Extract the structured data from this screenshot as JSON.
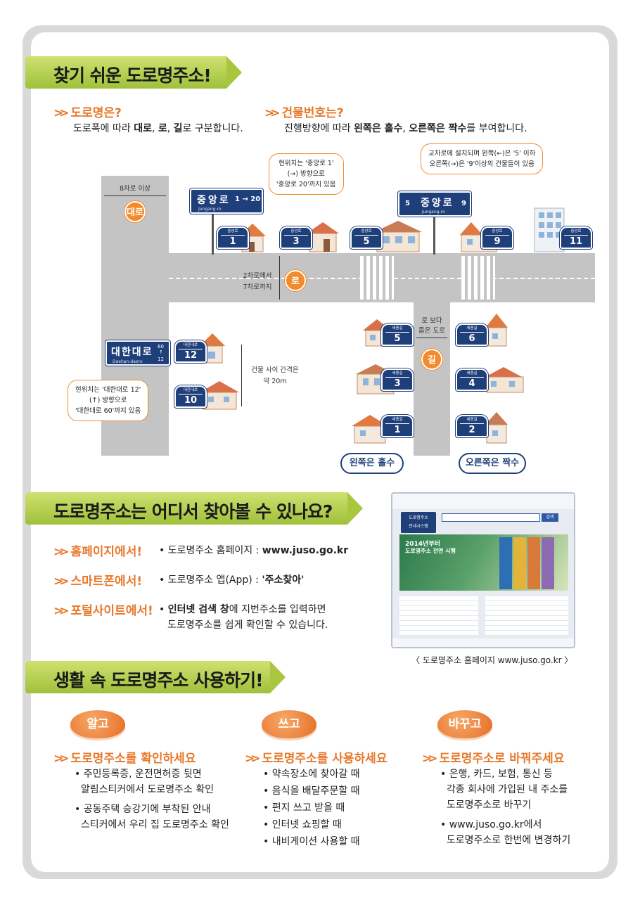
{
  "section1": {
    "title": "찾기 쉬운 도로명주소!",
    "left": {
      "heading": "도로명은?",
      "text_pre": "도로폭에 따라 ",
      "text_b1": "대로",
      "text_sep1": ", ",
      "text_b2": "로",
      "text_sep2": ", ",
      "text_b3": "길",
      "text_post": "로 구분합니다."
    },
    "right": {
      "heading": "건물번호는?",
      "text_pre": "진행방향에 따라 ",
      "text_b1": "왼쪽은 홀수",
      "text_sep": ", ",
      "text_b2": "오른쪽은 짝수",
      "text_post": "를 부여합니다."
    }
  },
  "map": {
    "width_label": "8차로 이상",
    "daero": "대로",
    "ro": "로",
    "gil": "길",
    "ro_width_1": "2차로에서",
    "ro_width_2": "7차로까지",
    "gil_width_1": "로 보다",
    "gil_width_2": "좁은 도로",
    "interval_1": "건물 사이 간격은",
    "interval_2": "약 20m",
    "sign1": {
      "name": "중앙로",
      "arrow": "1 → 20",
      "roman": "Jungang-ro"
    },
    "sign2": {
      "name": "중앙로",
      "left": "5",
      "right": "9",
      "roman": "Jungang-ro"
    },
    "sign3": {
      "name": "대한대로",
      "top": "60",
      "arrow": "↑",
      "bottom": "12",
      "roman": "Daehan-daero"
    },
    "bubble1": [
      "현위치는 '중앙로 1'",
      "(→) 방향으로",
      "'중앙로 20'까지 있음"
    ],
    "bubble2": [
      "교차로에 설치되며 왼쪽(←)은 '5' 이하",
      "오른쪽(→)은 '9'이상의 건물들이 있음"
    ],
    "bubble3": [
      "현위치는 '대한대로 12'",
      "(↑) 방향으로",
      "'대한대로 60'까지 있음"
    ],
    "left_odd": "왼쪽은 홀수",
    "right_even": "오른쪽은 짝수",
    "plates_top": [
      {
        "road": "중앙로",
        "num": "1"
      },
      {
        "road": "중앙로",
        "num": "3"
      },
      {
        "road": "중앙로",
        "num": "5"
      },
      {
        "road": "중앙로",
        "num": "9"
      },
      {
        "road": "중앙로",
        "num": "11"
      }
    ],
    "plates_daehan": [
      {
        "road": "대한대로",
        "num": "12"
      },
      {
        "road": "대한대로",
        "num": "10"
      }
    ],
    "plates_sejong_left": [
      {
        "road": "세종길",
        "num": "5"
      },
      {
        "road": "세종길",
        "num": "3"
      },
      {
        "road": "세종길",
        "num": "1"
      }
    ],
    "plates_sejong_right": [
      {
        "road": "세종길",
        "num": "6"
      },
      {
        "road": "세종길",
        "num": "4"
      },
      {
        "road": "세종길",
        "num": "2"
      }
    ]
  },
  "section2": {
    "title": "도로명주소는 어디서 찾아볼 수 있나요?",
    "items": [
      {
        "label": "홈페이지에서!",
        "text": "• 도로명주소 홈페이지 : ",
        "bold": "www.juso.go.kr"
      },
      {
        "label": "스마트폰에서!",
        "text": "• 도로명주소 앱(App) : ",
        "bold": "'주소찾아'"
      },
      {
        "label": "포털사이트에서!",
        "text": "• ",
        "bold": "인터넷 검색 창",
        "text2": "에 지번주소를 입력하면",
        "line2": "도로명주소를 쉽게 확인할 수 있습니다."
      }
    ],
    "screen": {
      "search_btn": "검색",
      "logo1": "도로명주소",
      "logo2": "안내시스템",
      "banner1": "2014년부터",
      "banner2": "도로명주소 전면 시행"
    },
    "caption": "〈 도로명주소 홈페이지 www.juso.go.kr 〉"
  },
  "section3": {
    "title": "생활 속 도로명주소 사용하기!",
    "cols": [
      {
        "tag": "알고",
        "heading": "도로명주소를 확인하세요",
        "lines": [
          "• 주민등록증, 운전면허증 뒷면",
          "  알림스티커에서 도로명주소 확인",
          "• 공동주택 승강기에 부착된 안내",
          "  스티커에서 우리 집 도로명주소 확인"
        ]
      },
      {
        "tag": "쓰고",
        "heading": "도로명주소를 사용하세요",
        "lines": [
          "• 약속장소에 찾아갈 때",
          "• 음식을 배달주문할 때",
          "• 편지 쓰고 받을 때",
          "• 인터넷 쇼핑할 때",
          "• 내비게이션 사용할 때"
        ]
      },
      {
        "tag": "바꾸고",
        "heading": "도로명주소로 바꿔주세요",
        "lines": [
          "• 은행, 카드, 보험, 통신 등",
          "  각종 회사에 가입된 내 주소를",
          "  도로명주소로 바꾸기",
          "• www.juso.go.kr에서",
          "  도로명주소로 한번에 변경하기"
        ]
      }
    ]
  }
}
